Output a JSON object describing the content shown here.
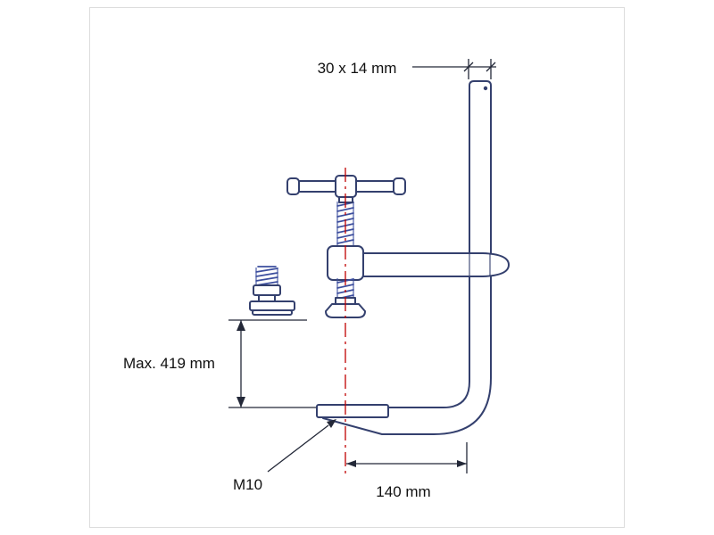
{
  "page": {
    "background": "#ffffff",
    "border_color": "#dcdcdc"
  },
  "diagram": {
    "name": "screw-clamp-dimension-drawing",
    "colors": {
      "outline": "#34406e",
      "thread": "#3c4e9e",
      "dimension": "#232838",
      "centerline": "#c00000",
      "text": "#111111"
    },
    "labels": {
      "rail_profile": "30 x 14  mm",
      "max_opening": "Max. 419 mm",
      "spindle_thread": "M10",
      "throat_depth": "140 mm"
    }
  }
}
